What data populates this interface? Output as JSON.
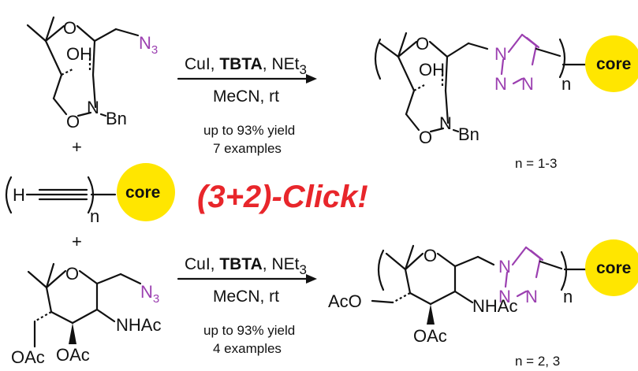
{
  "title": "",
  "atoms": {
    "O": "O",
    "N": "N",
    "OH": "OH",
    "Bn": "Bn",
    "N3": "N",
    "N3_sub": "3",
    "NHAc": "NHAc",
    "OAc": "OAc",
    "AcO": "AcO",
    "H": "H"
  },
  "core_label": "core",
  "n_label": "n",
  "plus": "+",
  "click_label": "(3+2)-Click!",
  "reaction1": {
    "reagent_a": "CuI, ",
    "reagent_b": "TBTA",
    "reagent_c": ", NEt",
    "reagent_sub": "3",
    "solvent": "MeCN, rt",
    "yield": "up to 93% yield",
    "examples": "7 examples",
    "product_n": "n = 1-3"
  },
  "reaction2": {
    "reagent_a": "CuI, ",
    "reagent_b": "TBTA",
    "reagent_c": ", NEt",
    "reagent_sub": "3",
    "solvent": "MeCN, rt",
    "yield": "up to 93% yield",
    "examples": "4 examples",
    "product_n": "n = 2, 3"
  },
  "colors": {
    "triazole": "#9b3fb0",
    "core": "#ffe600",
    "click": "#e8262b",
    "ink": "#111111"
  }
}
